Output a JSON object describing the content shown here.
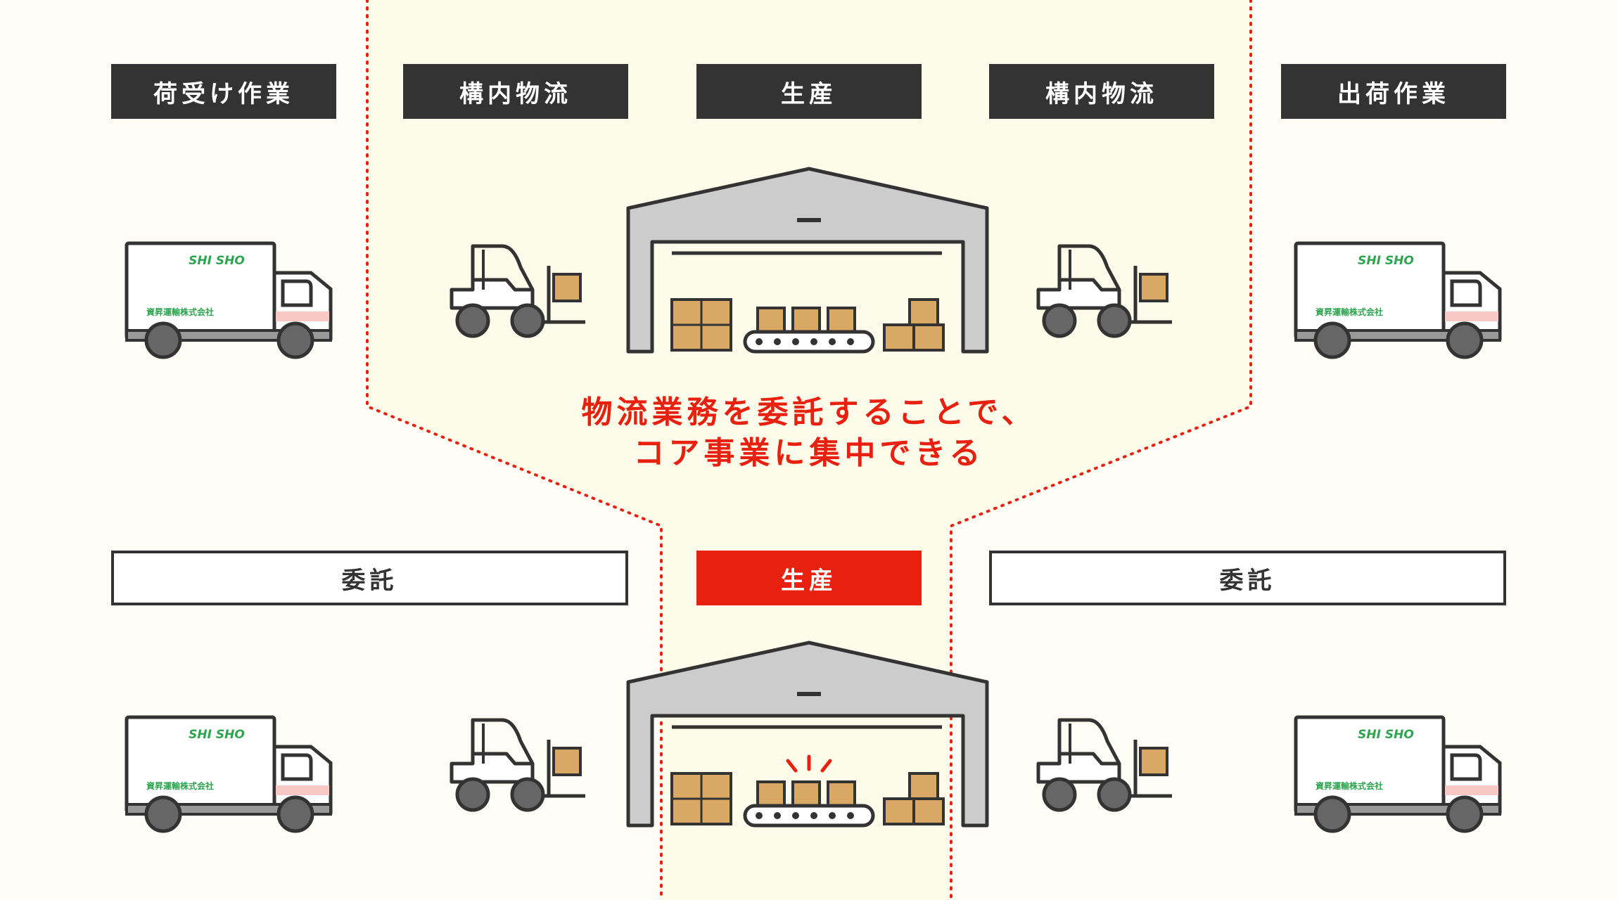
{
  "colors": {
    "background": "#fdfdf6",
    "highlight_fill": "#fdfbe9",
    "dark_label": "#333333",
    "accent_red": "#e8200f",
    "box_tan": "#d9a864",
    "truck_logo_green": "#2ea44f",
    "truck_pink_stripe": "#f8c9c4",
    "building_gray": "#cccccc"
  },
  "top_row": {
    "labels": [
      "荷受け作業",
      "構内物流",
      "生産",
      "構内物流",
      "出荷作業"
    ]
  },
  "message": {
    "line1": "物流業務を委託することで、",
    "line2": "コア事業に集中できる"
  },
  "bottom_row": {
    "left_label": "委託",
    "center_label": "生産",
    "right_label": "委託"
  },
  "truck": {
    "logo_text": "SHI SHO",
    "company_name": "資昇運輸株式会社"
  },
  "icons": [
    "truck-icon",
    "forklift-icon",
    "warehouse-icon",
    "conveyor-icon",
    "cardboard-box-icon",
    "spark-icon"
  ]
}
